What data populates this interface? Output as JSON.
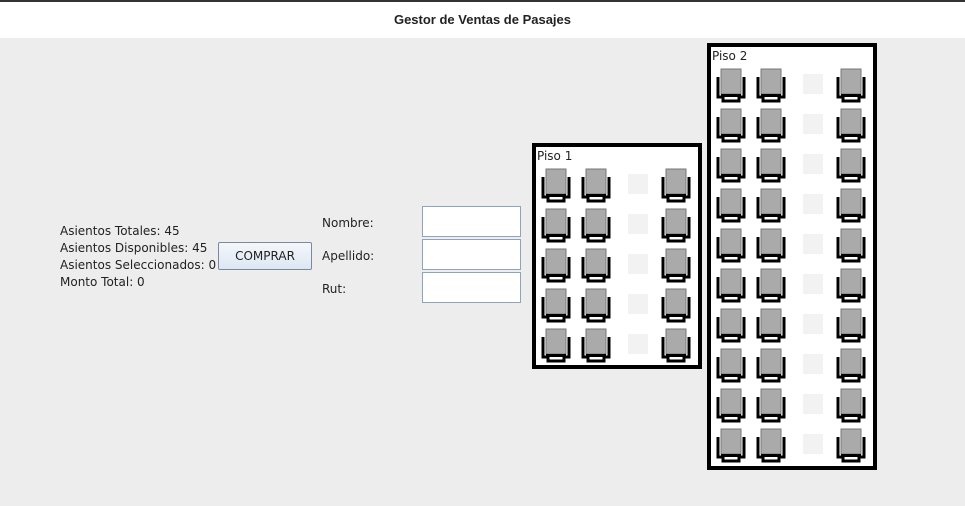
{
  "window": {
    "title": "Gestor de Ventas de Pasajes"
  },
  "info": {
    "total": "Asientos Totales: 45",
    "available": "Asientos Disponibles: 45",
    "selected": "Asientos Seleccionados: 0",
    "amount": "Monto Total: 0"
  },
  "buy_button": {
    "label": "COMPRAR"
  },
  "form": {
    "nombre_label": "Nombre:",
    "apellido_label": "Apellido:",
    "rut_label": "Rut:",
    "nombre_value": "",
    "apellido_value": "",
    "rut_value": ""
  },
  "floors": [
    {
      "label": "Piso 1",
      "rows": 5,
      "icon": "seat-icon"
    },
    {
      "label": "Piso 2",
      "rows": 10,
      "icon": "seat-icon"
    }
  ],
  "colors": {
    "seat_fill": "#aaaaaa",
    "seat_frame": "#000000",
    "floor_border": "#000000"
  }
}
